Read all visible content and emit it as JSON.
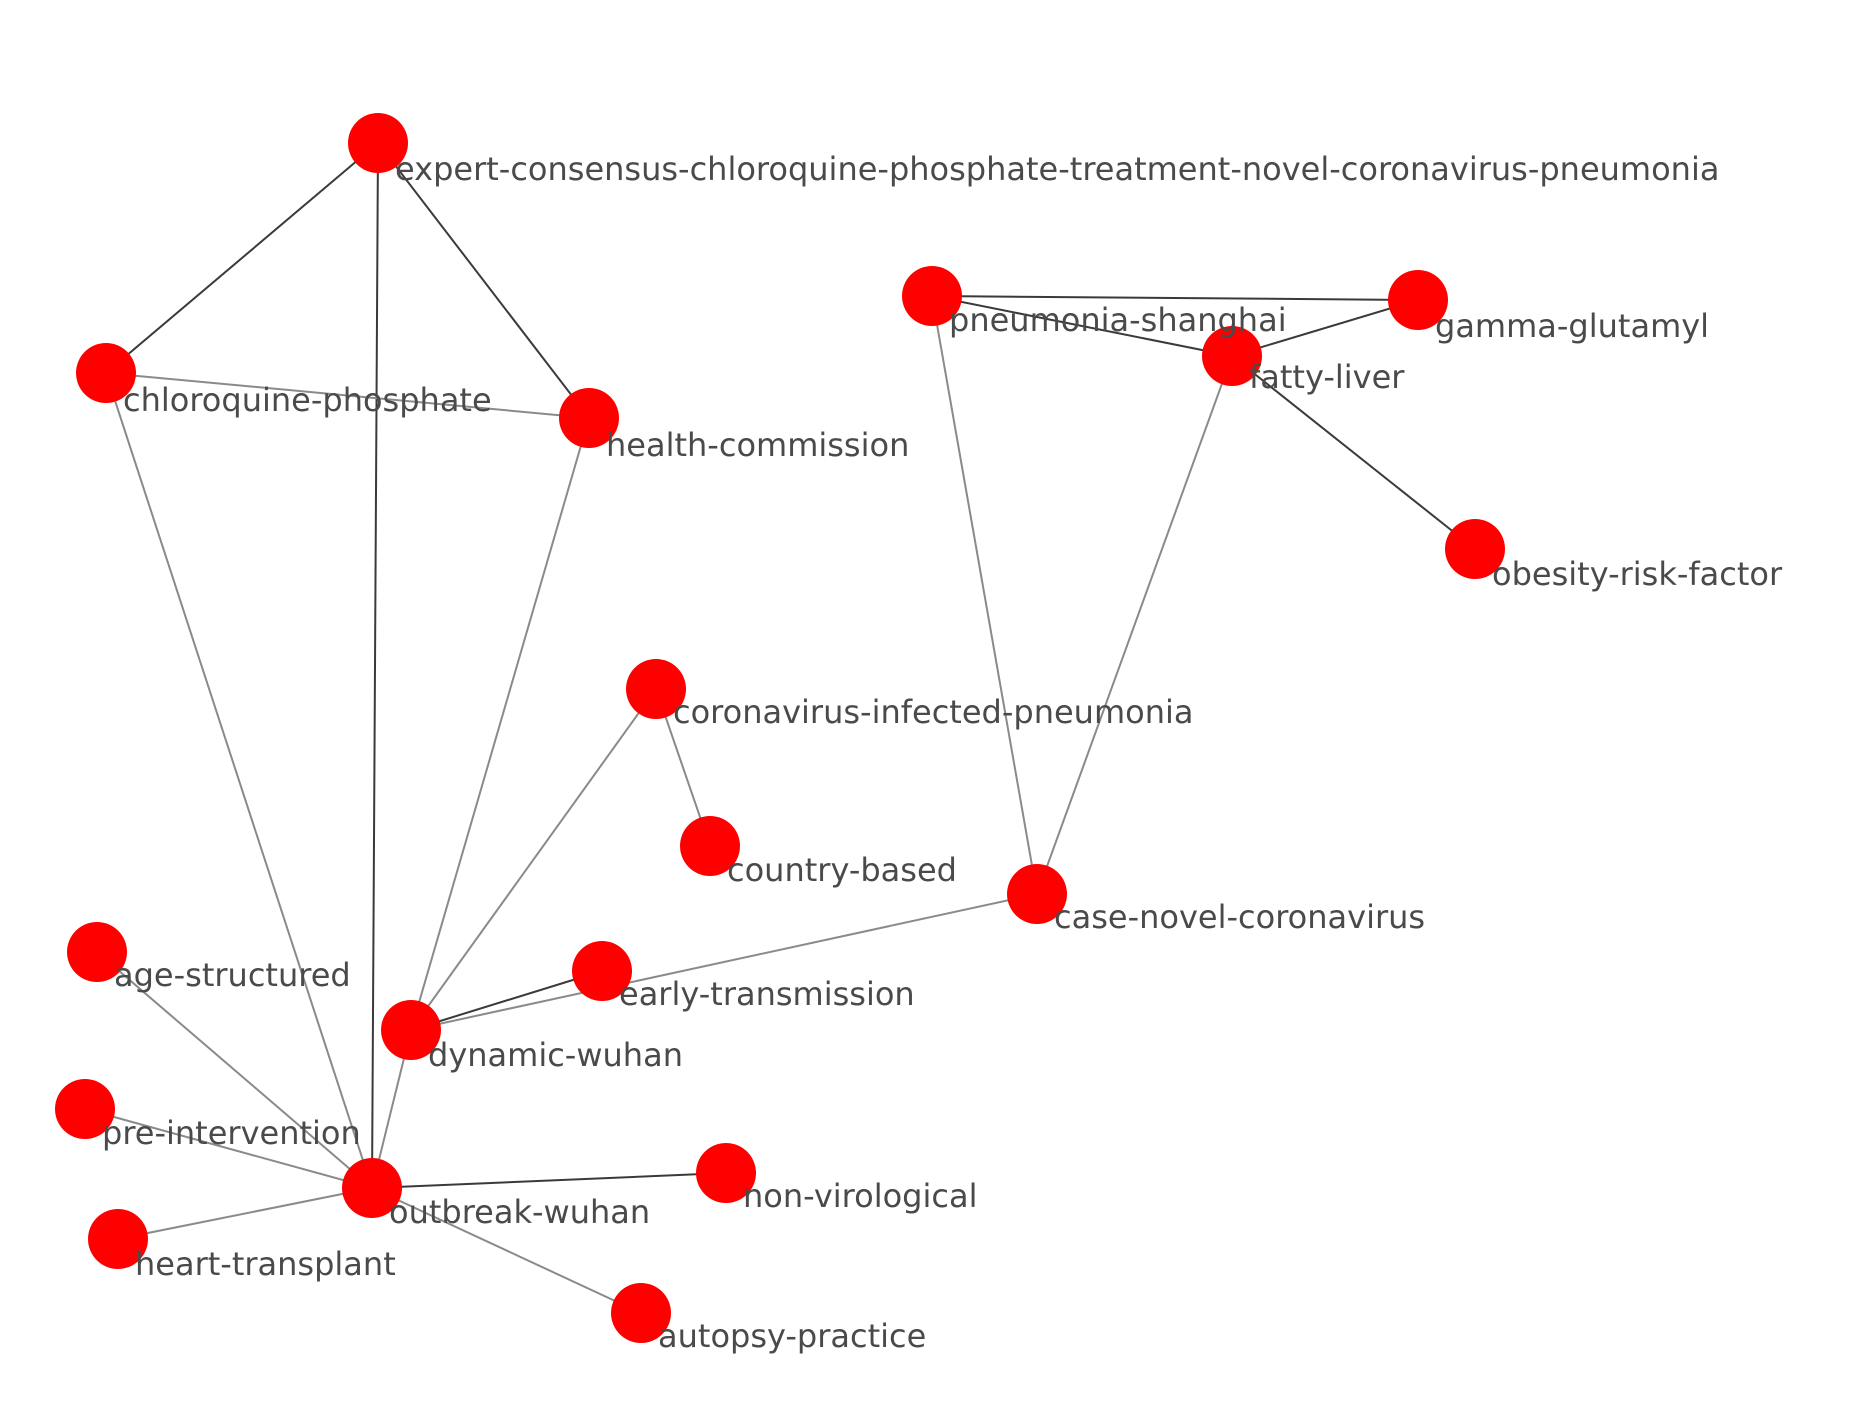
{
  "colors": {
    "node": "#ff0000",
    "edge": "#8a8a8a",
    "edge_dark": "#3a3a3a",
    "label": "#4a4a4a",
    "background": "#ffffff"
  },
  "nodes": [
    {
      "id": "expert",
      "label": "expert-consensus-chloroquine-phosphate-treatment-novel-coronavirus-pneumonia"
    },
    {
      "id": "chloroquine",
      "label": "chloroquine-phosphate"
    },
    {
      "id": "health",
      "label": "health-commission"
    },
    {
      "id": "pneumonia_sh",
      "label": "pneumonia-shanghai"
    },
    {
      "id": "gamma",
      "label": "gamma-glutamyl"
    },
    {
      "id": "fatty",
      "label": "fatty-liver"
    },
    {
      "id": "obesity",
      "label": "obesity-risk-factor"
    },
    {
      "id": "cov_inf",
      "label": "coronavirus-infected-pneumonia"
    },
    {
      "id": "country",
      "label": "country-based"
    },
    {
      "id": "case_novel",
      "label": "case-novel-coronavirus"
    },
    {
      "id": "age",
      "label": "age-structured"
    },
    {
      "id": "early",
      "label": "early-transmission"
    },
    {
      "id": "dynamic",
      "label": "dynamic-wuhan"
    },
    {
      "id": "pre",
      "label": "pre-intervention"
    },
    {
      "id": "outbreak",
      "label": "outbreak-wuhan"
    },
    {
      "id": "nonviro",
      "label": "non-virological"
    },
    {
      "id": "heart",
      "label": "heart-transplant"
    },
    {
      "id": "autopsy",
      "label": "autopsy-practice"
    }
  ],
  "edges": [
    {
      "source": "expert",
      "target": "chloroquine",
      "tone": "dark"
    },
    {
      "source": "expert",
      "target": "health",
      "tone": "dark"
    },
    {
      "source": "expert",
      "target": "outbreak",
      "tone": "dark"
    },
    {
      "source": "chloroquine",
      "target": "health",
      "tone": "light"
    },
    {
      "source": "chloroquine",
      "target": "outbreak",
      "tone": "light"
    },
    {
      "source": "health",
      "target": "dynamic",
      "tone": "light"
    },
    {
      "source": "pneumonia_sh",
      "target": "gamma",
      "tone": "dark"
    },
    {
      "source": "pneumonia_sh",
      "target": "fatty",
      "tone": "dark"
    },
    {
      "source": "gamma",
      "target": "fatty",
      "tone": "dark"
    },
    {
      "source": "fatty",
      "target": "obesity",
      "tone": "dark"
    },
    {
      "source": "pneumonia_sh",
      "target": "case_novel",
      "tone": "light"
    },
    {
      "source": "fatty",
      "target": "case_novel",
      "tone": "light"
    },
    {
      "source": "cov_inf",
      "target": "country",
      "tone": "light"
    },
    {
      "source": "cov_inf",
      "target": "dynamic",
      "tone": "light"
    },
    {
      "source": "case_novel",
      "target": "dynamic",
      "tone": "light"
    },
    {
      "source": "early",
      "target": "dynamic",
      "tone": "dark"
    },
    {
      "source": "dynamic",
      "target": "outbreak",
      "tone": "light"
    },
    {
      "source": "age",
      "target": "outbreak",
      "tone": "light"
    },
    {
      "source": "pre",
      "target": "outbreak",
      "tone": "light"
    },
    {
      "source": "heart",
      "target": "outbreak",
      "tone": "light"
    },
    {
      "source": "nonviro",
      "target": "outbreak",
      "tone": "dark"
    },
    {
      "source": "autopsy",
      "target": "outbreak",
      "tone": "light"
    }
  ]
}
